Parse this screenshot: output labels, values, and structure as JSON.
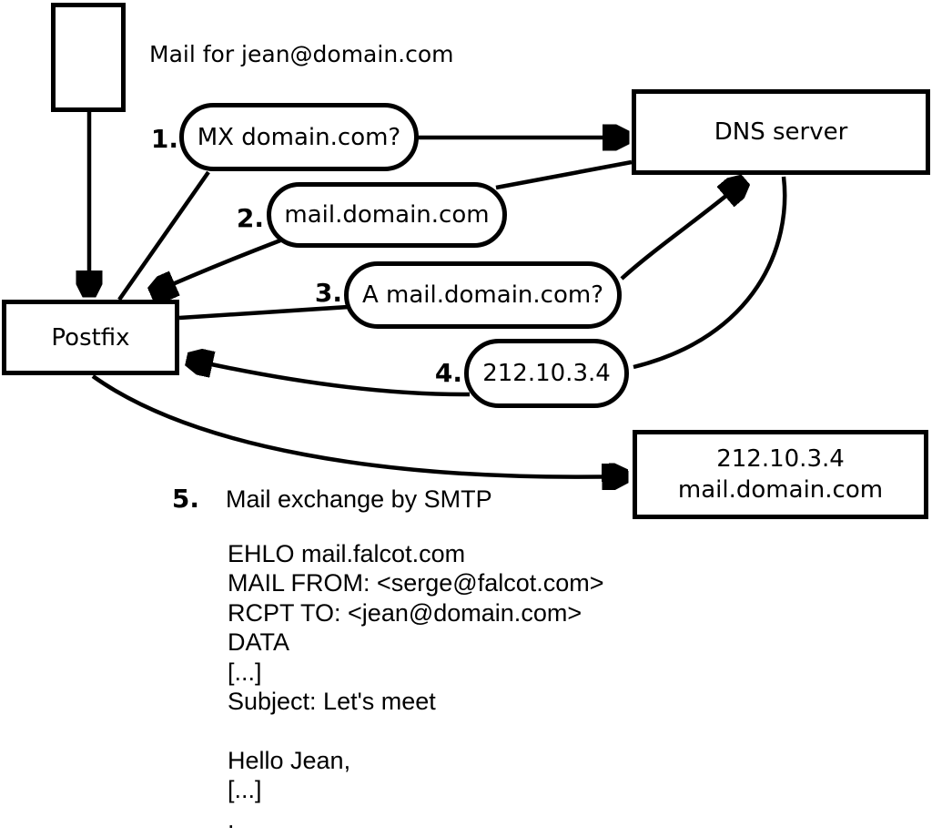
{
  "diagram": {
    "title": "Mail for jean@domain.com",
    "nodes": {
      "postfix": {
        "label": "Postfix"
      },
      "dns": {
        "label": "DNS server"
      },
      "destination": {
        "line1": "212.10.3.4",
        "line2": "mail.domain.com"
      }
    },
    "steps": [
      {
        "num": "1.",
        "label": "MX domain.com?"
      },
      {
        "num": "2.",
        "label": "mail.domain.com"
      },
      {
        "num": "3.",
        "label": "A mail.domain.com?"
      },
      {
        "num": "4.",
        "label": "212.10.3.4"
      },
      {
        "num": "5.",
        "label": "Mail exchange by SMTP"
      }
    ],
    "smtp_session": {
      "lines": [
        "EHLO mail.falcot.com",
        "MAIL FROM: <serge@falcot.com>",
        "RCPT TO: <jean@domain.com>",
        "DATA",
        "[...]",
        "Subject: Let's meet",
        "",
        "Hello Jean,",
        "[...]",
        "."
      ]
    },
    "colors": {
      "stroke": "#000000",
      "background": "#ffffff"
    }
  }
}
